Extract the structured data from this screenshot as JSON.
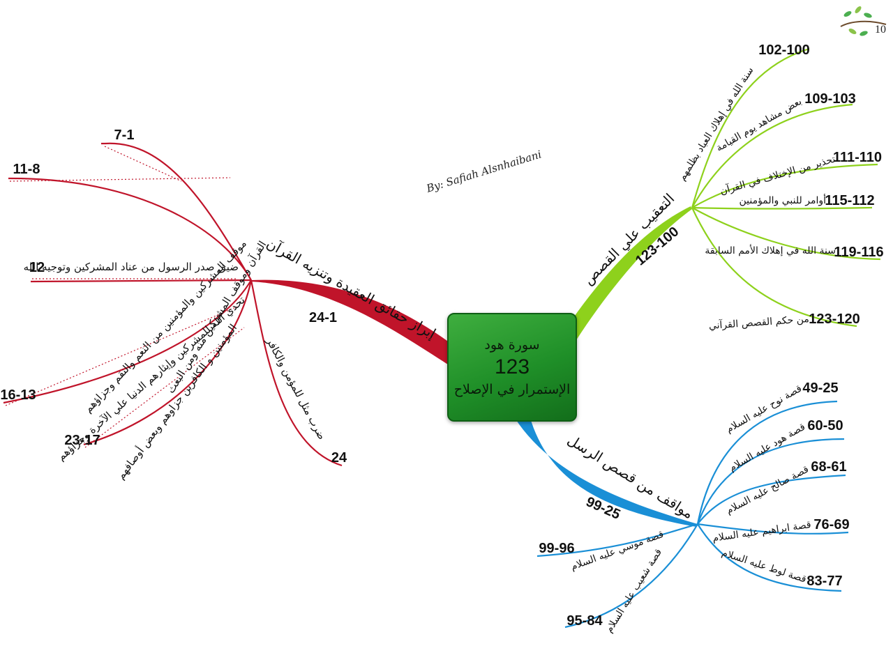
{
  "page_number": "10",
  "credit": "By: Safiah Alsnhaibani",
  "center": {
    "title": "سورة هود",
    "count": "123",
    "subtitle": "الإستمرار في الإصلاح"
  },
  "colors": {
    "red": "#c0142a",
    "green": "#8ed11c",
    "blue": "#1a8fd6",
    "center": "#2a9a2f"
  },
  "branches": {
    "red": {
      "title": "إبراز حقائق العقيدة وتنزيه القرآن",
      "range": "24-1",
      "items": [
        {
          "text": "القرآن وموقف المشركين منه ومن البعث",
          "range": "7-1"
        },
        {
          "text": "موقف المشركين والمؤمنين من النعم والنقم وجزاؤهم",
          "range": "11-8"
        },
        {
          "text": "ضيق صدر الرسول من عناد المشركين وتوجيه الله",
          "range": "12"
        },
        {
          "text": "تحدي الله للمشركين وإيثارهم الدنيا علي الآخرة وجزاؤهم",
          "range": "16-13"
        },
        {
          "text": "المؤمنين و الكافرين جزاوهم وبعض أوصافهم",
          "range": "23-17"
        },
        {
          "text": "ضرب مثل للمؤمن والكافر",
          "range": "24"
        }
      ]
    },
    "green": {
      "title": "التعقيب علي القصص",
      "range": "123-100",
      "items": [
        {
          "text": "سنة الله في إهلاك العباد بظلمهم",
          "range": "102-100"
        },
        {
          "text": "بعض مشاهد يوم القيامة",
          "range": "109-103"
        },
        {
          "text": "تحذير من الإختلاف في القرآن",
          "range": "111-110"
        },
        {
          "text": "أوامر للنبي والمؤمنين",
          "range": "115-112"
        },
        {
          "text": "سنة الله في إهلاك الأمم السابقة",
          "range": "119-116"
        },
        {
          "text": "من حكم القصص القرآني",
          "range": "123-120"
        }
      ]
    },
    "blue": {
      "title": "مواقف من قصص الرسل",
      "range": "99-25",
      "items": [
        {
          "text": "قصة نوح عليه السلام",
          "range": "49-25"
        },
        {
          "text": "قصة هود عليه السلام",
          "range": "60-50"
        },
        {
          "text": "قصة صالح عليه السلام",
          "range": "68-61"
        },
        {
          "text": "قصة ابراهيم عليه السلام",
          "range": "76-69"
        },
        {
          "text": "قصة لوط عليه السلام",
          "range": "83-77"
        },
        {
          "text": "قصة موسي عليه السلام",
          "range": "99-96"
        },
        {
          "text": "قصة شعيب عليه السلام",
          "range": "95-84"
        }
      ]
    }
  }
}
